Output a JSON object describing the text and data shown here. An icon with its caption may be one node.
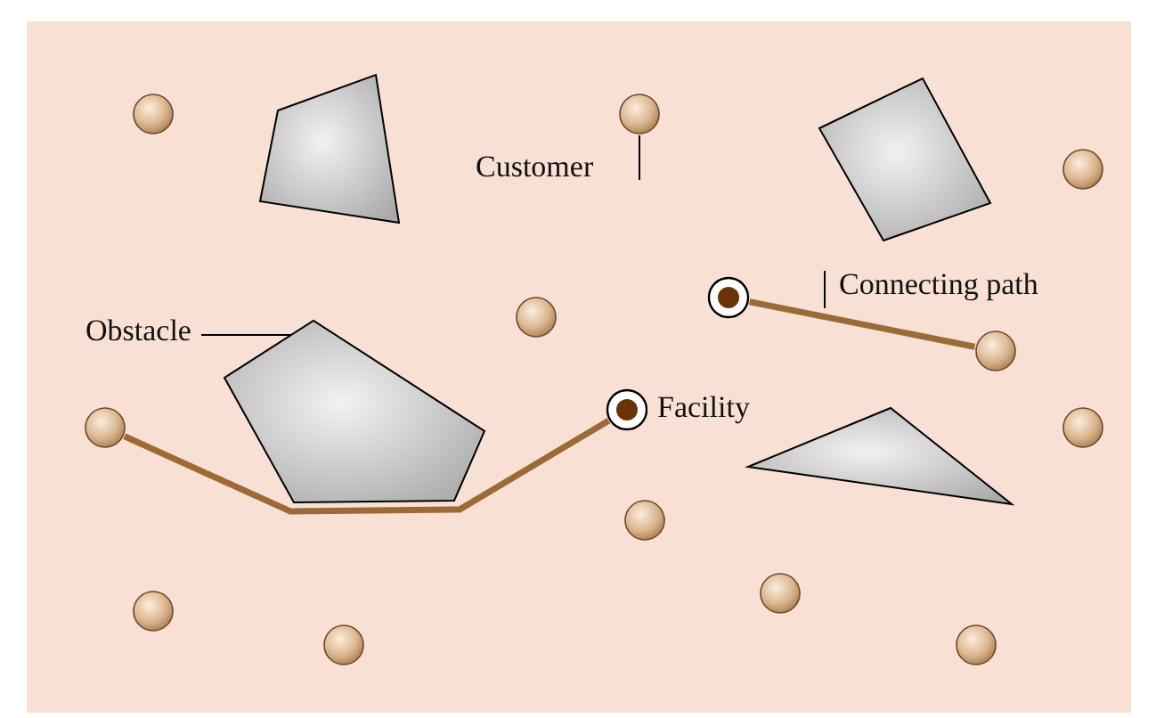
{
  "diagram": {
    "nodes": [
      {
        "text": [],
        "shape": "circle"
      },
      {
        "text": [],
        "shape": "polygon"
      },
      {
        "text": [],
        "shape": "circle"
      },
      {
        "text": [
          "Customer"
        ]
      },
      {
        "text": [],
        "shape": "polygon"
      },
      {
        "text": [],
        "shape": "circle"
      },
      {
        "text": [],
        "shape": "circle"
      },
      {
        "text": [
          "Connecting path"
        ]
      },
      {
        "text": [],
        "shape": "circle"
      },
      {
        "text": [
          "Obstacle"
        ]
      },
      {
        "text": [],
        "shape": "polygon"
      },
      {
        "text": [],
        "shape": "circle"
      },
      {
        "text": [],
        "shape": "circle",
        "beside": [
          "Facility"
        ]
      },
      {
        "text": [],
        "shape": "circle"
      },
      {
        "text": [],
        "shape": "circle"
      },
      {
        "text": [],
        "shape": "triangle"
      },
      {
        "text": [],
        "shape": "circle"
      },
      {
        "text": [],
        "shape": "circle"
      },
      {
        "text": [],
        "shape": "circle"
      },
      {
        "text": [],
        "shape": "circle"
      },
      {
        "text": [],
        "shape": "circle"
      }
    ],
    "edges": [
      {
        "from": 13,
        "to": 12,
        "arrow": "none",
        "style": "thick",
        "color": "#9b6a37"
      },
      {
        "from": 6,
        "to": 11,
        "arrow": "none",
        "style": "thick",
        "color": "#9b6a37"
      },
      {
        "from": 3,
        "to": 2,
        "arrow": "none"
      },
      {
        "from": 9,
        "to": 10,
        "arrow": "none"
      },
      {
        "from": 7,
        "to": null,
        "arrow": "none"
      }
    ]
  }
}
